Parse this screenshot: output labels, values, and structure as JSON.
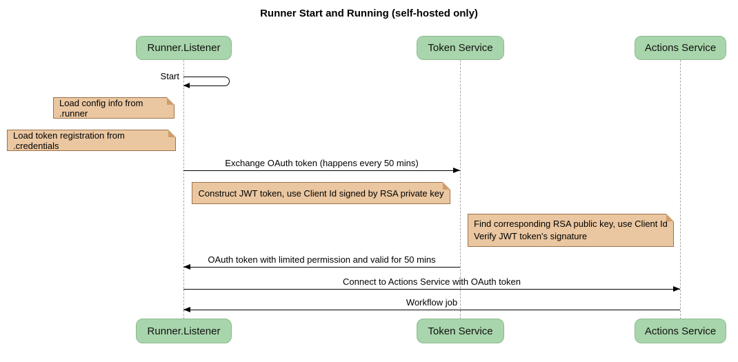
{
  "title": "Runner Start and Running (self-hosted only)",
  "diagram_type": "sequence",
  "participants": [
    {
      "name": "Runner.Listener"
    },
    {
      "name": "Token Service"
    },
    {
      "name": "Actions Service"
    }
  ],
  "self_message": {
    "label": "Start",
    "participant": "Runner.Listener"
  },
  "notes": [
    {
      "text": "Load config info from .runner",
      "position": "left of Runner.Listener"
    },
    {
      "text": "Load token registration from .credentials",
      "position": "left of Runner.Listener"
    },
    {
      "text": "Construct JWT token, use Client Id signed by RSA private key",
      "position": "over Token Service"
    },
    {
      "line1": "Find corresponding RSA public key, use Client Id",
      "line2": "Verify JWT token's signature",
      "position": "left of Actions Service"
    }
  ],
  "messages": [
    {
      "label": "Exchange OAuth token (happens every 50 mins)",
      "from": "Runner.Listener",
      "to": "Token Service",
      "direction": "right"
    },
    {
      "label": "OAuth token with limited permission and valid for 50 mins",
      "from": "Token Service",
      "to": "Runner.Listener",
      "direction": "left"
    },
    {
      "label": "Connect to Actions Service with OAuth token",
      "from": "Runner.Listener",
      "to": "Actions Service",
      "direction": "right"
    },
    {
      "label": "Workflow job",
      "from": "Actions Service",
      "to": "Runner.Listener",
      "direction": "left"
    }
  ],
  "colors": {
    "participant_fill": "#a8d5ab",
    "participant_border": "#8cba90",
    "note_fill": "#eac7a1",
    "note_border": "#9e7048",
    "lifeline": "#a6a6a6",
    "arrow": "#000000",
    "background": "#ffffff"
  }
}
